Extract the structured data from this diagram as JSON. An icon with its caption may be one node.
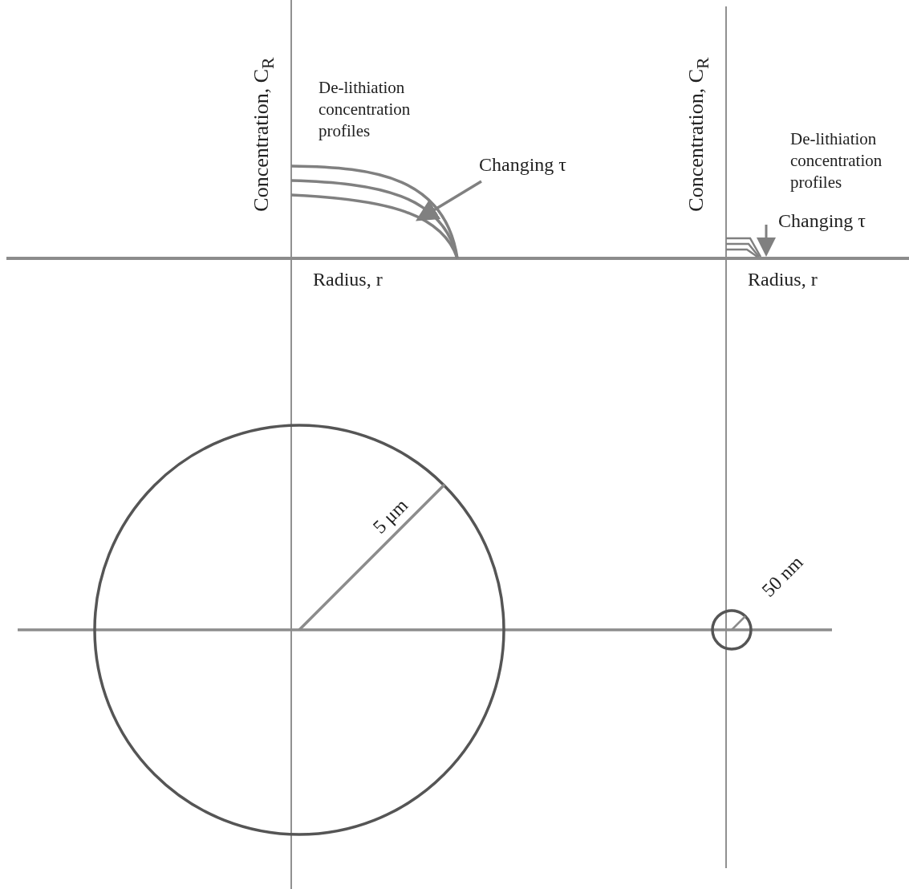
{
  "diagram": {
    "labels": [
      "Concentration, C$_{R}$",
      "De-lithiation concentration profiles",
      "Changing τ",
      "Concentration, C$_{R}$",
      "De-lithiation concentration profiles",
      "Changing τ",
      "Radius, r",
      "Radius, r",
      "5 μm",
      "50 nm"
    ]
  }
}
